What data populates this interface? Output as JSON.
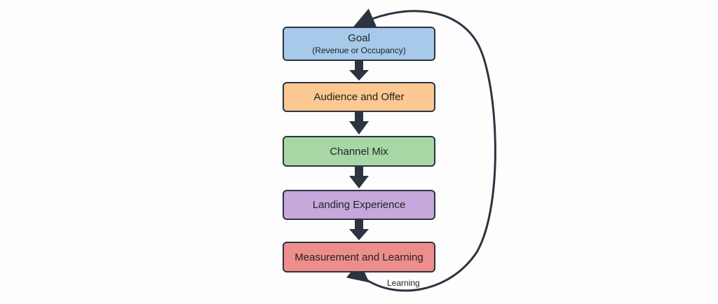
{
  "steps": [
    {
      "title": "Goal",
      "subtitle": "(Revenue or Occupancy)",
      "color": "#a7c9ea"
    },
    {
      "title": "Audience and Offer",
      "color": "#fbc891"
    },
    {
      "title": "Channel Mix",
      "color": "#a8d7a6"
    },
    {
      "title": "Landing Experience",
      "color": "#c6a8dc"
    },
    {
      "title": "Measurement and Learning",
      "color": "#ee8e8c"
    }
  ],
  "feedback": {
    "label": "Learning"
  },
  "colors": {
    "stroke": "#2b3440"
  }
}
